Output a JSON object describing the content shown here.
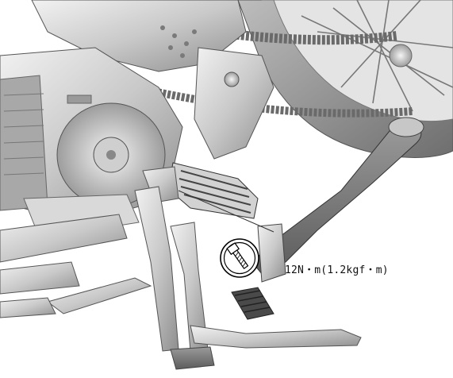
{
  "annotation": {
    "torque_label": "12N・m(1.2kgf・m)"
  },
  "components": [
    {
      "name": "engine-side-cover",
      "kind": "drawing"
    },
    {
      "name": "rear-wheel-and-tire",
      "kind": "drawing"
    },
    {
      "name": "drive-chain",
      "kind": "drawing"
    },
    {
      "name": "footpeg",
      "kind": "drawing"
    },
    {
      "name": "kick-lever",
      "kind": "drawing"
    },
    {
      "name": "center-stand",
      "kind": "drawing"
    },
    {
      "name": "bolt-callout",
      "kind": "icon"
    }
  ]
}
